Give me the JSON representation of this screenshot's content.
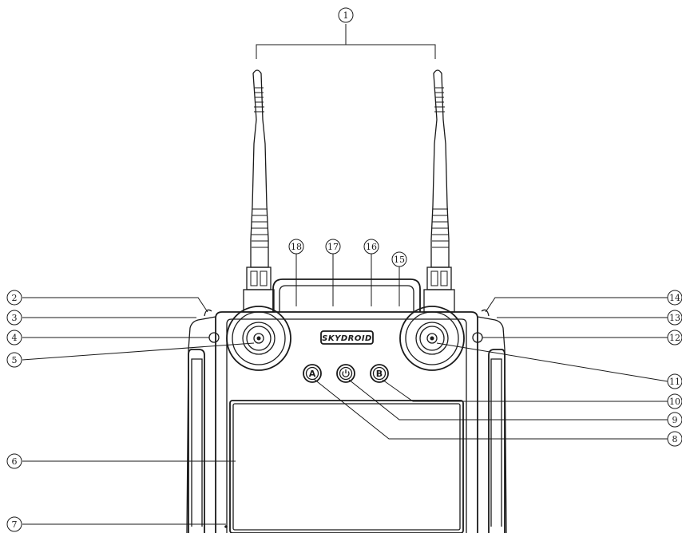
{
  "device": {
    "logo": "SKYDROID",
    "buttons": {
      "a_label": "A",
      "b_label": "B",
      "power_icon": "power-icon"
    }
  },
  "callouts": [
    "1",
    "2",
    "3",
    "4",
    "5",
    "6",
    "7",
    "8",
    "9",
    "10",
    "11",
    "12",
    "13",
    "14",
    "15",
    "16",
    "17",
    "18"
  ]
}
